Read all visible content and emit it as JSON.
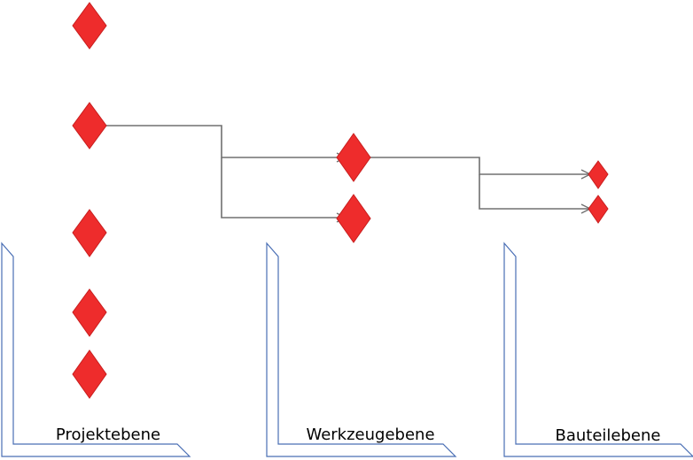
{
  "levels": [
    {
      "id": "projekt",
      "label": "Projektebene"
    },
    {
      "id": "werkzeug",
      "label": "Werkzeugebene"
    },
    {
      "id": "bauteil",
      "label": "Bauteilebene"
    }
  ],
  "colors": {
    "node_fill": "#ee2c2c",
    "node_stroke": "#c81e1e",
    "connector": "#707070",
    "level_frame": "#4a6fb5"
  }
}
